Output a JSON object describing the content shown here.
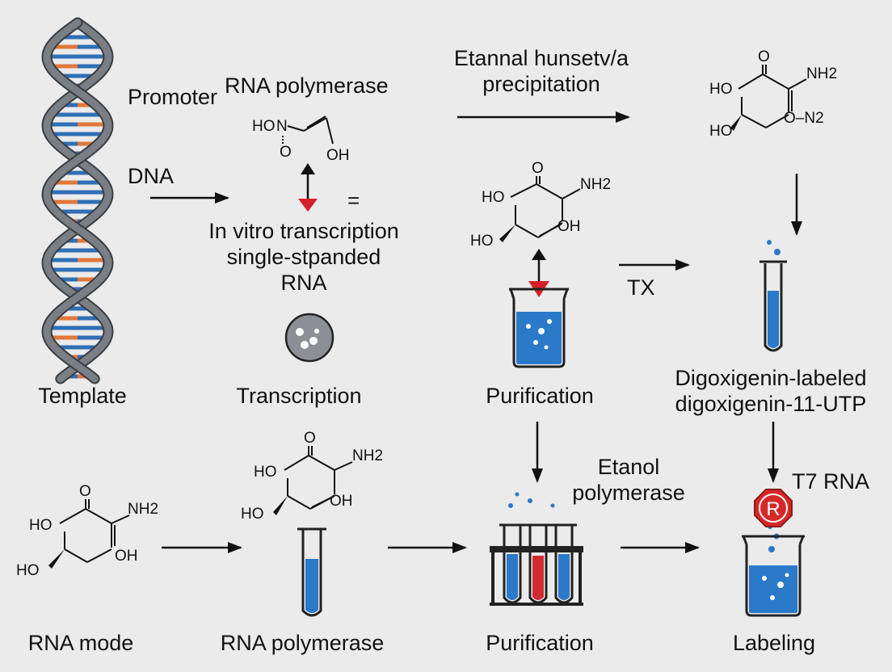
{
  "labels": {
    "promoter": "Promoter",
    "rna_polymerase_top": "RNA polymerase",
    "top_arrow_label_1": "Etannal hunsetv/a",
    "top_arrow_label_2": "precipitation",
    "dna": "DNA",
    "ivt_1": "In vitro transcription",
    "ivt_2": "single-stpanded",
    "ivt_3": "RNA",
    "tx": "TX",
    "template": "Template",
    "transcription": "Transcription",
    "purification_mid": "Purification",
    "digoxigenin_1": "Digoxigenin-labeled",
    "digoxigenin_2": "digoxigenin-11-UTP",
    "etanol_1": "Etanol",
    "etanol_2": "polymerase",
    "t7_rna": "T7 RNA",
    "rna_mode": "RNA mode",
    "rna_polymerase_bottom": "RNA polymerase",
    "purification_bottom": "Purification",
    "labeling": "Labeling",
    "equals": "=",
    "badge": "R"
  },
  "chem": {
    "ho": "HO",
    "hon": "HO",
    "n": "N",
    "o": "O",
    "oh": "OH",
    "nh2": "NH2",
    "n2": "N2",
    "o_n2": "O–N2",
    "hon_small": "HO",
    "o_small": "O"
  },
  "colors": {
    "dna_strand": "#7a7f86",
    "base_blue": "#2f6fb5",
    "base_orange": "#e0773a",
    "liquid_blue": "#2b79c9",
    "liquid_red": "#d12b2f",
    "arrow_red": "#d4202a",
    "badge_red": "#d62828"
  }
}
